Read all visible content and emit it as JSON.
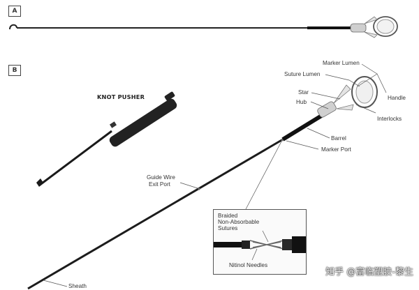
{
  "panels": {
    "a": "A",
    "b": "B"
  },
  "knot_pusher_title": "KNOT PUSHER",
  "labels": {
    "marker_lumen": "Marker Lumen",
    "suture_lumen": "Suture Lumen",
    "handle": "Handle",
    "star": "Star",
    "hub": "Hub",
    "interlocks": "Interlocks",
    "barrel": "Barrel",
    "marker_port": "Marker Port",
    "guide_wire_exit_port": [
      "Guide Wire",
      "Exit Port"
    ],
    "braided_sutures": [
      "Braided",
      "Non-Absorbable",
      "Sutures"
    ],
    "nitinol_needles": "Nitinol Needles",
    "sheath": "Sheath"
  },
  "watermark": "知乎 @富临塑胶-黎生"
}
